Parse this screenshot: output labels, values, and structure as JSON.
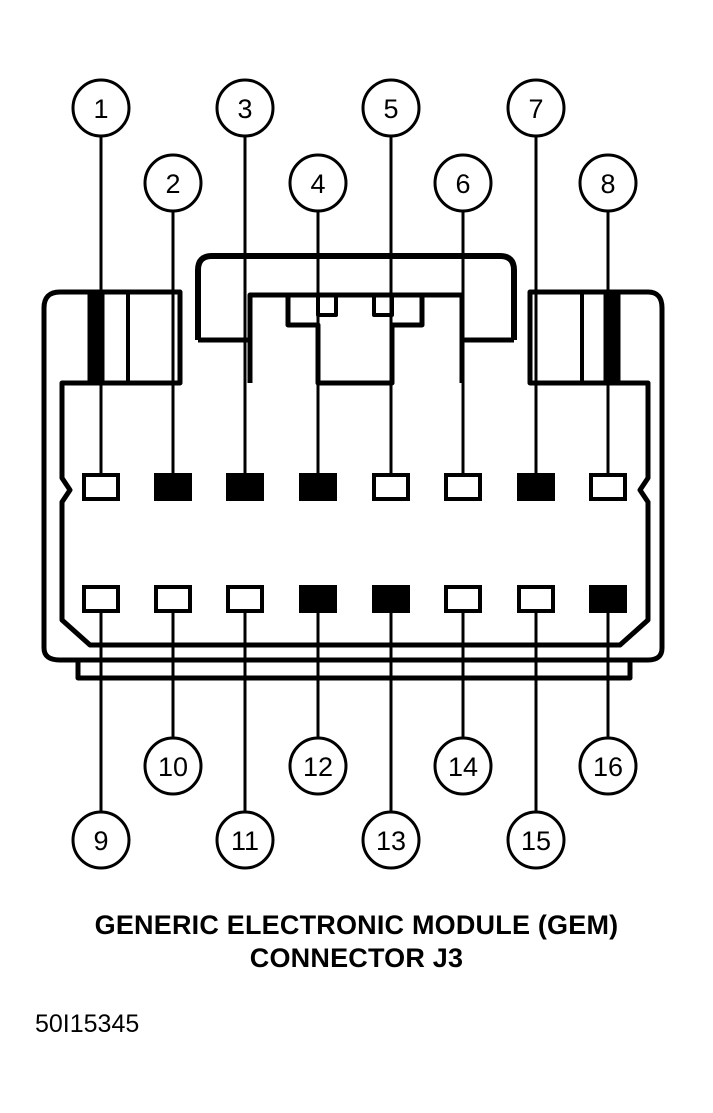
{
  "title_line1": "GENERIC ELECTRONIC MODULE (GEM)",
  "title_line2": "CONNECTOR J3",
  "figure_id": "50I15345",
  "pins": [
    {
      "label": "1",
      "filled": false
    },
    {
      "label": "2",
      "filled": true
    },
    {
      "label": "3",
      "filled": true
    },
    {
      "label": "4",
      "filled": true
    },
    {
      "label": "5",
      "filled": false
    },
    {
      "label": "6",
      "filled": false
    },
    {
      "label": "7",
      "filled": true
    },
    {
      "label": "8",
      "filled": false
    },
    {
      "label": "9",
      "filled": false
    },
    {
      "label": "10",
      "filled": false
    },
    {
      "label": "11",
      "filled": false
    },
    {
      "label": "12",
      "filled": true
    },
    {
      "label": "13",
      "filled": true
    },
    {
      "label": "14",
      "filled": false
    },
    {
      "label": "15",
      "filled": false
    },
    {
      "label": "16",
      "filled": true
    }
  ]
}
